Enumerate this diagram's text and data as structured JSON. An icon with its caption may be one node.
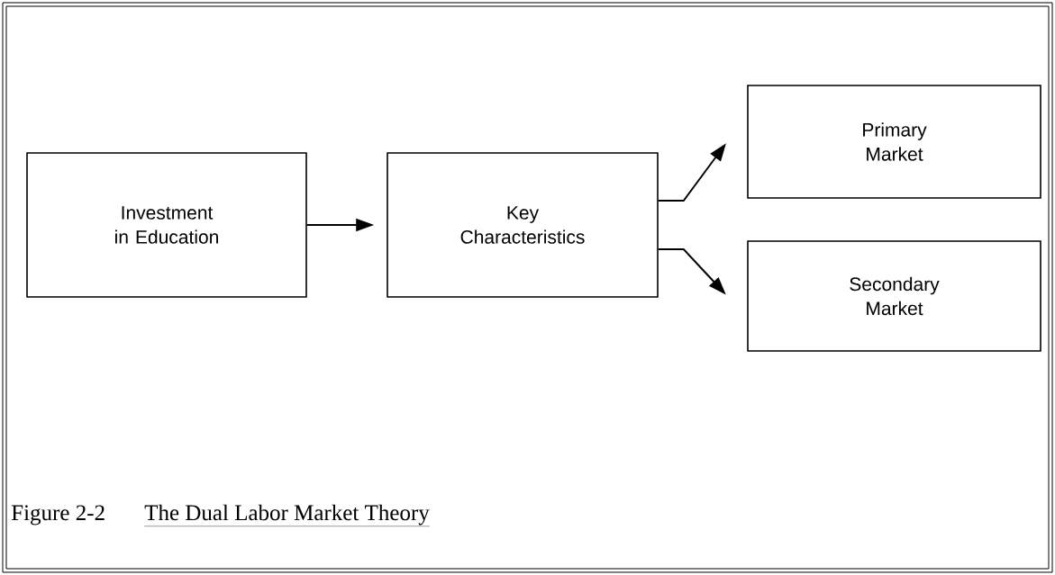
{
  "diagram": {
    "caption": "The Dual Labor Market Theory",
    "nodes": [
      {
        "text": [
          "Investment in Education"
        ]
      },
      {
        "text": [
          "Key Characteristics"
        ]
      },
      {
        "text": [
          "Primary Market"
        ]
      },
      {
        "text": [
          "Secondary Market"
        ]
      }
    ],
    "edges": [
      {
        "from": 0,
        "to": 1,
        "arrow": "to"
      },
      {
        "from": 1,
        "to": 2,
        "arrow": "to"
      },
      {
        "from": 1,
        "to": 3,
        "arrow": "to"
      }
    ],
    "labels": [
      "Figure 2-2"
    ]
  }
}
